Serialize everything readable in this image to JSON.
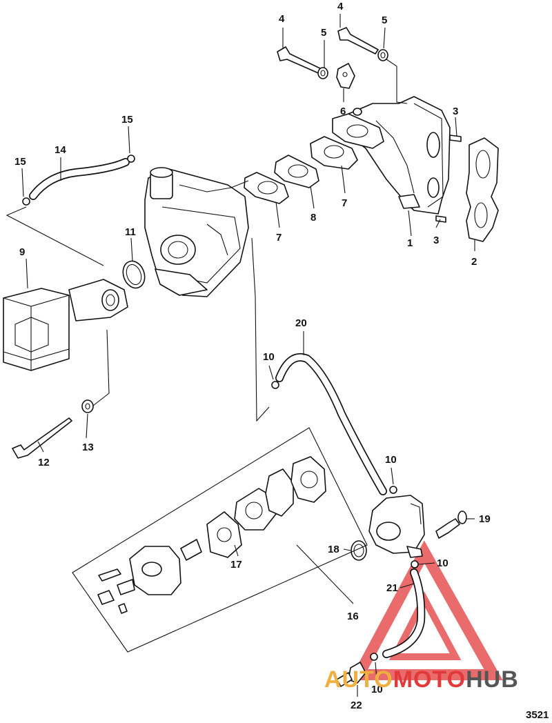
{
  "diagram": {
    "figure_number": "3521",
    "callouts": {
      "c1": "1",
      "c2": "2",
      "c3a": "3",
      "c3b": "3",
      "c4a": "4",
      "c4b": "4",
      "c5a": "5",
      "c5b": "5",
      "c6": "6",
      "c7a": "7",
      "c7b": "7",
      "c8": "8",
      "c9": "9",
      "c10a": "10",
      "c10b": "10",
      "c10c": "10",
      "c10d": "10",
      "c11": "11",
      "c12": "12",
      "c13": "13",
      "c14": "14",
      "c15a": "15",
      "c15b": "15",
      "c16": "16",
      "c17": "17",
      "c18": "18",
      "c19": "19",
      "c20": "20",
      "c21": "21",
      "c22": "22"
    }
  },
  "watermark": {
    "text_part1": "AUTO",
    "text_part2": "MOTO",
    "text_part3": "HUB",
    "color_primary": "#e23a3a",
    "color_secondary": "#f0b040",
    "color_dark": "#555555"
  }
}
